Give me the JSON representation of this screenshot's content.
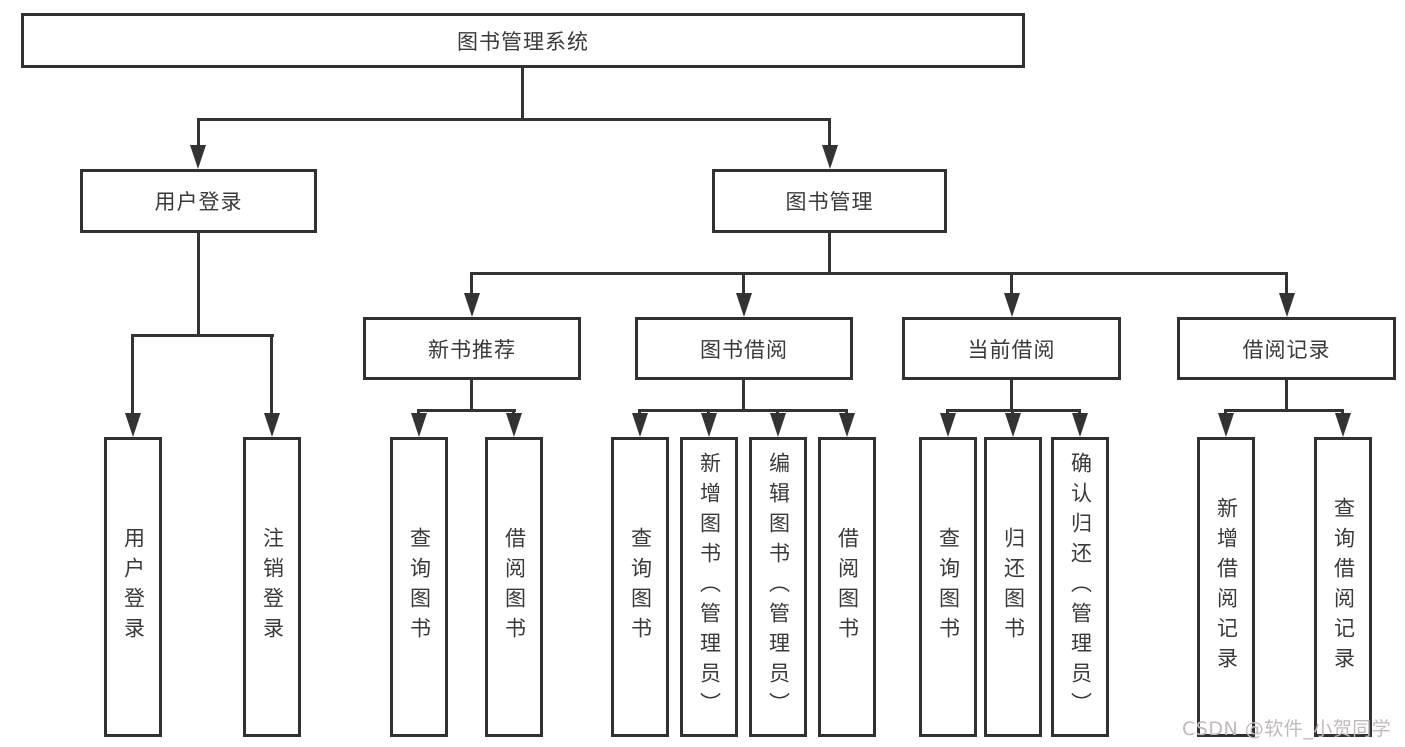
{
  "tree": {
    "label": "图书管理系统",
    "children": [
      {
        "label": "用户登录",
        "children": [
          {
            "label": "用户登录"
          },
          {
            "label": "注销登录"
          }
        ]
      },
      {
        "label": "图书管理",
        "children": [
          {
            "label": "新书推荐",
            "children": [
              {
                "label": "查询图书"
              },
              {
                "label": "借阅图书"
              }
            ]
          },
          {
            "label": "图书借阅",
            "children": [
              {
                "label": "查询图书"
              },
              {
                "label": "新增图书（管理员）"
              },
              {
                "label": "编辑图书（管理员）"
              },
              {
                "label": "借阅图书"
              }
            ]
          },
          {
            "label": "当前借阅",
            "children": [
              {
                "label": "查询图书"
              },
              {
                "label": "归还图书"
              },
              {
                "label": "确认归还（管理员）"
              }
            ]
          },
          {
            "label": "借阅记录",
            "children": [
              {
                "label": "新增借阅记录"
              },
              {
                "label": "查询借阅记录"
              }
            ]
          }
        ]
      }
    ]
  },
  "watermark": "CSDN @软件_小贺同学",
  "colors": {
    "line": "#333333",
    "box_border": "#313131",
    "text": "#3a3a3a",
    "background": "#ffffff",
    "watermark": "#c2b9bc"
  }
}
